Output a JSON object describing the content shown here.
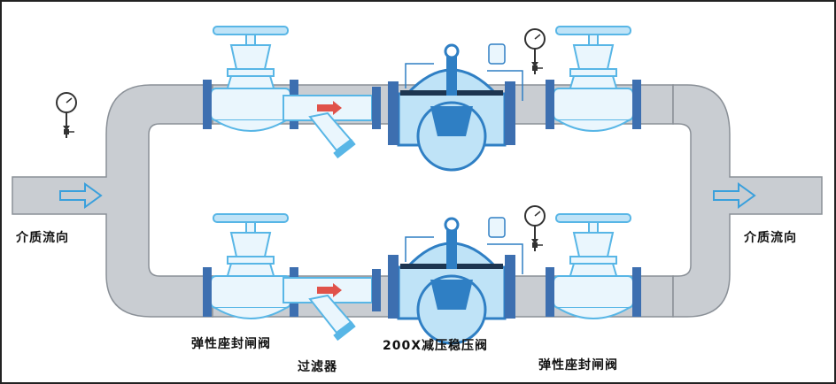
{
  "labels": {
    "flow_in": "介质流向",
    "flow_out": "介质流向",
    "gate_valve_left": "弹性座封闸阀",
    "gate_valve_right": "弹性座封闸阀",
    "strainer": "过滤器",
    "prv": "200X减压稳压阀"
  },
  "colors": {
    "pipe_fill": "#c9cdd2",
    "pipe_stroke": "#8a9097",
    "valve_blue": "#2f7fc4",
    "valve_light": "#bfe3f7",
    "valve_outline": "#58b6e6",
    "flange": "#3d6fb0",
    "arrow": "#3aa0dc",
    "strainer_arrow": "#e0524a"
  },
  "icons": [
    "pressure-gauge-icon",
    "flow-arrow-icon",
    "handwheel-icon"
  ]
}
